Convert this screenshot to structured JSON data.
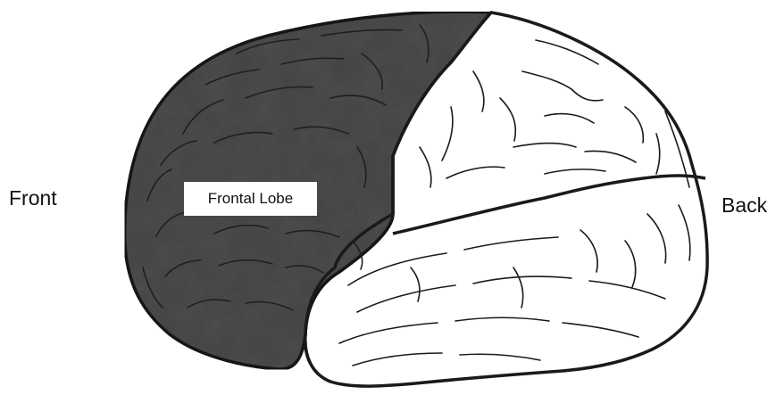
{
  "labels": {
    "front": "Front",
    "back": "Back",
    "highlighted_region": "Frontal Lobe"
  },
  "colors": {
    "frontal_lobe_fill": "#4d4d4d",
    "outline": "#1a1a1a",
    "background": "#ffffff"
  }
}
